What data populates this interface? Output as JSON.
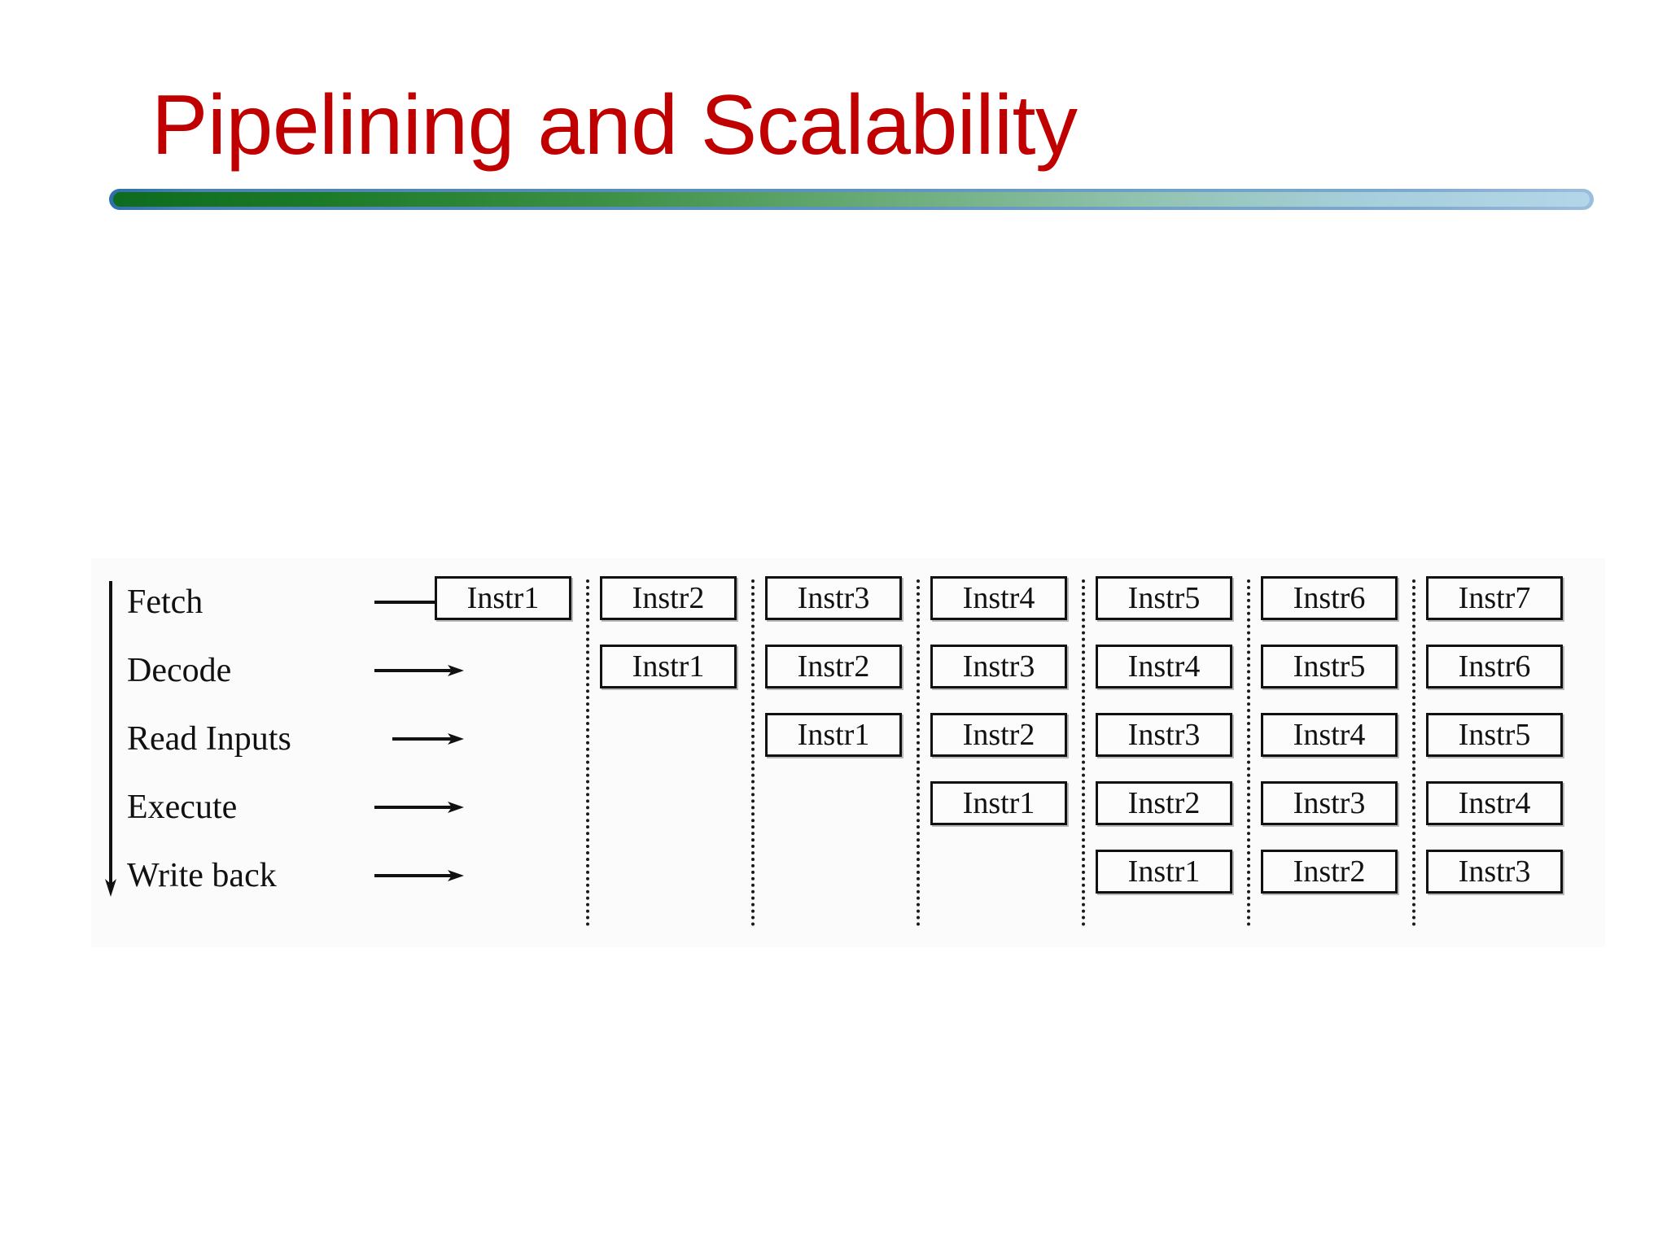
{
  "slide": {
    "title": "Pipelining and Scalability",
    "title_color": "#C00000",
    "divider_colors": {
      "border": "#4A82B4",
      "gradient_start": "#0E6B1F",
      "gradient_end": "#B3D6E8"
    }
  },
  "figure": {
    "name": "instruction-pipeline-timing-diagram",
    "stage_labels": [
      "Fetch",
      "Decode",
      "Read Inputs",
      "Execute",
      "Write back"
    ],
    "stage_arrow_icon": "arrow-right-icon",
    "stage_order_arrow_icon": "arrow-down-icon",
    "cycle_separator_style": "dotted-vertical-line",
    "cycle_count": 7,
    "grid": [
      {
        "stage": "Fetch",
        "cells": [
          "Instr1",
          "Instr2",
          "Instr3",
          "Instr4",
          "Instr5",
          "Instr6",
          "Instr7"
        ]
      },
      {
        "stage": "Decode",
        "cells": [
          "",
          "Instr1",
          "Instr2",
          "Instr3",
          "Instr4",
          "Instr5",
          "Instr6"
        ]
      },
      {
        "stage": "Read Inputs",
        "cells": [
          "",
          "",
          "Instr1",
          "Instr2",
          "Instr3",
          "Instr4",
          "Instr5"
        ]
      },
      {
        "stage": "Execute",
        "cells": [
          "",
          "",
          "",
          "Instr1",
          "Instr2",
          "Instr3",
          "Instr4"
        ]
      },
      {
        "stage": "Write back",
        "cells": [
          "",
          "",
          "",
          "",
          "Instr1",
          "Instr2",
          "Instr3"
        ]
      }
    ]
  }
}
